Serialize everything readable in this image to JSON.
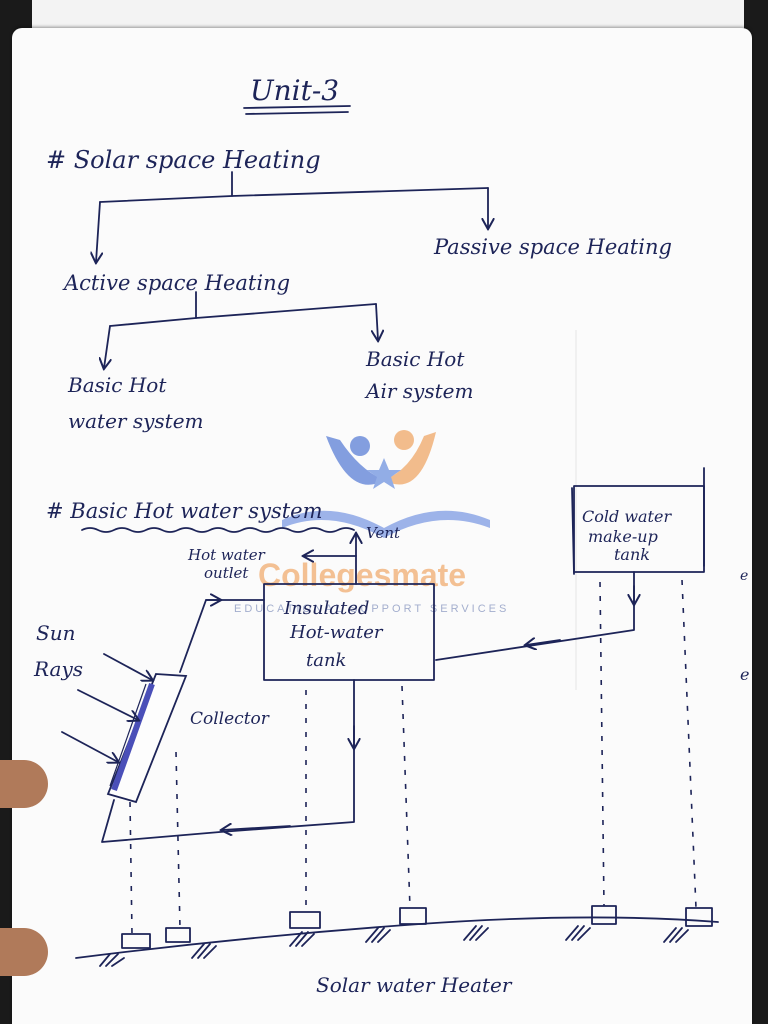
{
  "title": "Unit-3",
  "heading1": "# Solar space Heating",
  "branch_passive": "Passive space Heating",
  "branch_active": "Active space Heating",
  "sub_water_l1": "Basic Hot",
  "sub_water_l2": "water system",
  "sub_air_l1": "Basic Hot",
  "sub_air_l2": "Air system",
  "heading2": "# Basic Hot water system",
  "labels": {
    "vent": "Vent",
    "outlet_l1": "Hot water",
    "outlet_l2": "outlet",
    "tank_l1": "Insulated",
    "tank_l2": "Hot-water",
    "tank_l3": "tank",
    "cold_l1": "Cold water",
    "cold_l2": "make-up",
    "cold_l3": "tank",
    "sun_l1": "Sun",
    "sun_l2": "Rays",
    "collector": "Collector",
    "caption": "Solar water Heater"
  },
  "margin_marks": [
    "e",
    "e"
  ],
  "watermark": {
    "brand": "Collegesmate",
    "tagline": "EDUCATIONAL SUPPORT SERVICES",
    "colors": {
      "blue": "#5b7fd6",
      "orange": "#f0a868"
    }
  },
  "ink_color": "#1d2458"
}
